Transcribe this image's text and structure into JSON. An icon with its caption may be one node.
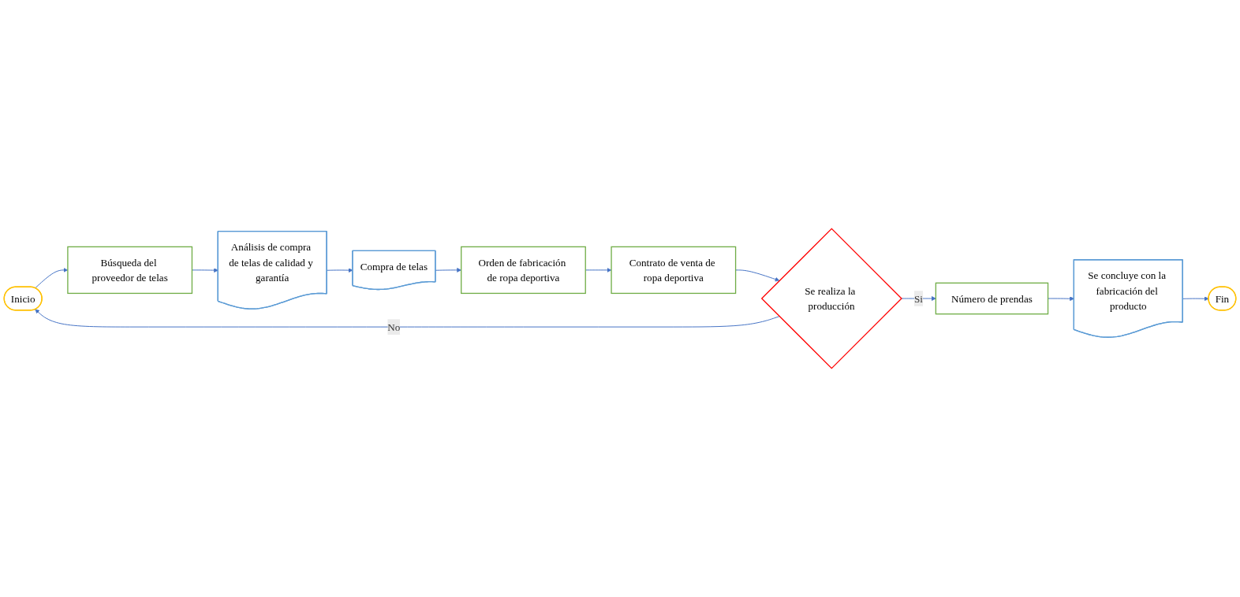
{
  "diagram": {
    "nodes": [
      {
        "text": [
          "Inicio"
        ]
      },
      {
        "text": [
          "Búsqueda del proveedor de telas"
        ]
      },
      {
        "text": [
          "Análisis de compra de telas de calidad y garantía"
        ]
      },
      {
        "text": [
          "Compra de telas"
        ]
      },
      {
        "text": [
          "Orden de fabricación de ropa deportiva"
        ]
      },
      {
        "text": [
          "Contrato de venta de ropa deportiva"
        ]
      },
      {
        "text": [
          "Se realiza la producción"
        ]
      },
      {
        "text": [
          "Número de prendas"
        ]
      },
      {
        "text": [
          "Se concluye con la fabricación del producto"
        ]
      },
      {
        "text": [
          "Fin"
        ]
      }
    ],
    "edges": [
      {
        "from": 0,
        "to": 1,
        "arrow": "to"
      },
      {
        "from": 1,
        "to": 2,
        "arrow": "to"
      },
      {
        "from": 2,
        "to": 3,
        "arrow": "to"
      },
      {
        "from": 3,
        "to": 4,
        "arrow": "to"
      },
      {
        "from": 4,
        "to": 5,
        "arrow": "to"
      },
      {
        "from": 5,
        "to": 6,
        "arrow": "to"
      },
      {
        "from": 6,
        "to": 0,
        "arrow": "to",
        "label": "No"
      },
      {
        "from": 6,
        "to": 7,
        "arrow": "to",
        "label": "Si"
      },
      {
        "from": 7,
        "to": 8,
        "arrow": "to"
      },
      {
        "from": 8,
        "to": 9,
        "arrow": "to"
      }
    ]
  }
}
